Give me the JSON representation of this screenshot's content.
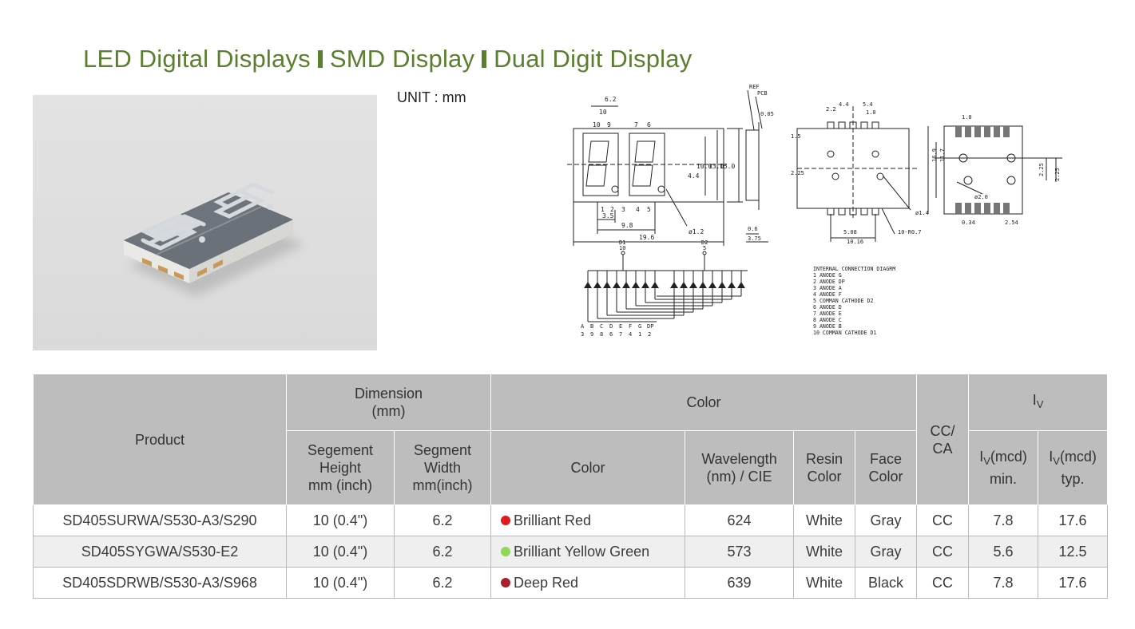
{
  "title": {
    "part1": "LED Digital Displays",
    "part2": "SMD Display",
    "part3": "Dual Digit Display"
  },
  "unit_label": "UNIT : mm",
  "drawing": {
    "top_labels": [
      "6.2",
      "10",
      "10",
      "9",
      "7",
      "6"
    ],
    "dims": [
      "3.5",
      "9.8",
      "19.6",
      "4.4",
      "10.0",
      "13.0",
      "15.0",
      "ø1.2",
      "0.6",
      "3.75",
      "REF",
      "PCB",
      "0.05",
      "2.2",
      "4.4",
      "5.4",
      "1.0",
      "2.25",
      "1.5",
      "5.08",
      "10.16",
      "ø1.4",
      "10-R0.7",
      "16.9",
      "11.7",
      "2.25",
      "2.25",
      "ø2.0",
      "0.34",
      "2.54",
      "1.0"
    ],
    "bottom_pins": [
      "1",
      "2",
      "3",
      "4",
      "5"
    ],
    "circuit": {
      "d1_label": "D1",
      "d1_pin": "10",
      "d2_label": "D2",
      "d2_pin": "5",
      "seg_labels": [
        "A",
        "B",
        "C",
        "D",
        "E",
        "F",
        "G",
        "DP"
      ],
      "pin_labels": [
        "3",
        "9",
        "8",
        "6",
        "7",
        "4",
        "1",
        "2"
      ]
    },
    "internal": [
      "INTERNAL CONNECTION DIAGRM",
      "1  ANODE G",
      "2  ANODE DP",
      "3  ANODE A",
      "4  ANODE F",
      "5  COMMAN CATHODE D2",
      "6  ANODE D",
      "7  ANODE E",
      "8  ANODE C",
      "9  ANODE B",
      "10 COMMAN CATHODE D1"
    ]
  },
  "table": {
    "headers": {
      "product": "Product",
      "dimension": "Dimension\n(mm)",
      "seg_height": "Segement\nHeight\nmm (inch)",
      "seg_width": "Segment\nWidth\nmm(inch)",
      "color_group": "Color",
      "color": "Color",
      "wavelength": "Wavelength\n(nm) / CIE",
      "resin": "Resin\nColor",
      "face": "Face\nColor",
      "ccca": "CC/\nCA",
      "iv_group": {
        "main": "I",
        "sub": "V"
      },
      "iv_min": {
        "main": "I",
        "sub": "V",
        "rest": "(mcd)",
        "line2": "min."
      },
      "iv_typ": {
        "main": "I",
        "sub": "V",
        "rest": "(mcd)",
        "line2": "typ."
      }
    },
    "rows": [
      {
        "product": "SD405SURWA/S530-A3/S290",
        "height": "10 (0.4\")",
        "width": "6.2",
        "dot": "#e01b1b",
        "color": "Brilliant Red",
        "wavelength": "624",
        "resin": "White",
        "face": "Gray",
        "ccca": "CC",
        "iv_min": "7.8",
        "iv_typ": "17.6"
      },
      {
        "product": "SD405SYGWA/S530-E2",
        "height": "10 (0.4\")",
        "width": "6.2",
        "dot": "#8ed85a",
        "color": "Brilliant Yellow Green",
        "wavelength": "573",
        "resin": "White",
        "face": "Gray",
        "ccca": "CC",
        "iv_min": "5.6",
        "iv_typ": "12.5"
      },
      {
        "product": "SD405SDRWB/S530-A3/S968",
        "height": "10 (0.4\")",
        "width": "6.2",
        "dot": "#a8202c",
        "color": "Deep Red",
        "wavelength": "639",
        "resin": "White",
        "face": "Black",
        "ccca": "CC",
        "iv_min": "7.8",
        "iv_typ": "17.6"
      }
    ]
  }
}
